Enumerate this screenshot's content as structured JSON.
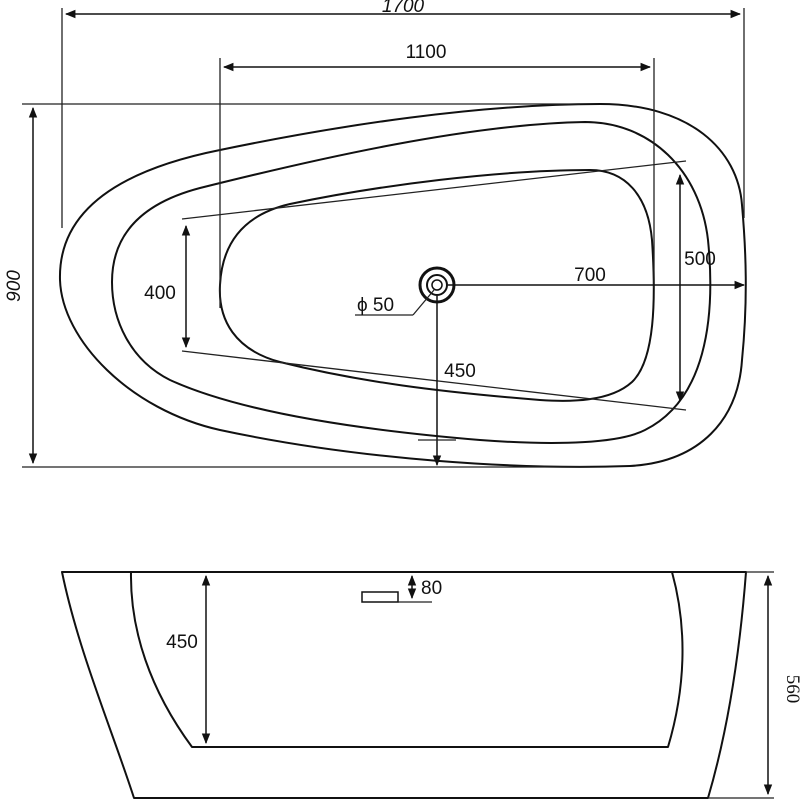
{
  "top_view": {
    "overall_length": "1700",
    "inner_length": "1100",
    "overall_width": "900",
    "inner_width_left": "400",
    "inner_width_right": "500",
    "drain_to_right": "700",
    "drain_to_front": "450",
    "drain_diameter": "ϕ 50"
  },
  "side_view": {
    "overflow_height": "80",
    "inner_depth": "450",
    "overall_height": "560"
  }
}
